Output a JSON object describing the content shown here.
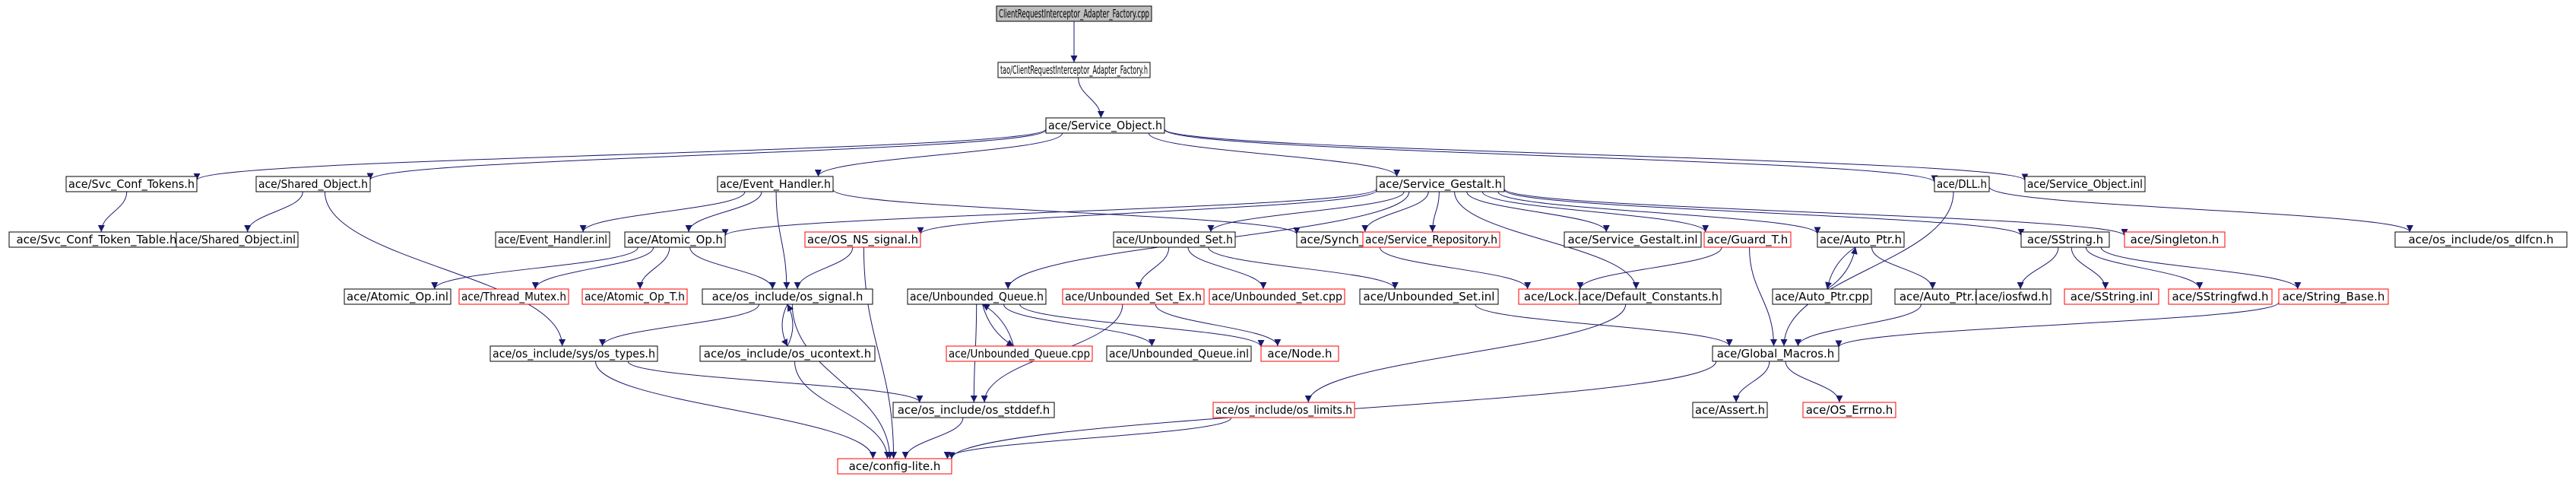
{
  "colors": {
    "edge": "#191970",
    "border_normal": "#000000",
    "border_missing": "#ff0000",
    "root_fill": "#bfbfbf",
    "node_fill": "#ffffff"
  },
  "nodes": [
    {
      "id": "root",
      "label": "ClientRequestInterceptor_Adapter_Factory.cpp",
      "kind": "root"
    },
    {
      "id": "tao",
      "label": "tao/ClientRequestInterceptor_Adapter_Factory.h",
      "kind": "normal"
    },
    {
      "id": "svcobj",
      "label": "ace/Service_Object.h",
      "kind": "normal"
    },
    {
      "id": "svcconf",
      "label": "ace/Svc_Conf_Tokens.h",
      "kind": "normal"
    },
    {
      "id": "sharedobj",
      "label": "ace/Shared_Object.h",
      "kind": "normal"
    },
    {
      "id": "evh",
      "label": "ace/Event_Handler.h",
      "kind": "normal"
    },
    {
      "id": "gestalt",
      "label": "ace/Service_Gestalt.h",
      "kind": "normal"
    },
    {
      "id": "dll",
      "label": "ace/DLL.h",
      "kind": "normal"
    },
    {
      "id": "svcobjinl",
      "label": "ace/Service_Object.inl",
      "kind": "normal"
    },
    {
      "id": "tokentable",
      "label": "ace/Svc_Conf_Token_Table.h",
      "kind": "normal"
    },
    {
      "id": "sharedinl",
      "label": "ace/Shared_Object.inl",
      "kind": "normal"
    },
    {
      "id": "evhinl",
      "label": "ace/Event_Handler.inl",
      "kind": "normal"
    },
    {
      "id": "atomic",
      "label": "ace/Atomic_Op.h",
      "kind": "normal"
    },
    {
      "id": "osns",
      "label": "ace/OS_NS_signal.h",
      "kind": "missing"
    },
    {
      "id": "unbset",
      "label": "ace/Unbounded_Set.h",
      "kind": "normal"
    },
    {
      "id": "synch",
      "label": "ace/Synch_Traits.h",
      "kind": "normal"
    },
    {
      "id": "svcrepo",
      "label": "ace/Service_Repository.h",
      "kind": "missing"
    },
    {
      "id": "gestaltinl",
      "label": "ace/Service_Gestalt.inl",
      "kind": "normal"
    },
    {
      "id": "guard",
      "label": "ace/Guard_T.h",
      "kind": "missing"
    },
    {
      "id": "autoptr",
      "label": "ace/Auto_Ptr.h",
      "kind": "normal"
    },
    {
      "id": "sstring",
      "label": "ace/SString.h",
      "kind": "normal"
    },
    {
      "id": "singleton",
      "label": "ace/Singleton.h",
      "kind": "missing"
    },
    {
      "id": "dlfcn",
      "label": "ace/os_include/os_dlfcn.h",
      "kind": "normal"
    },
    {
      "id": "atomicinl",
      "label": "ace/Atomic_Op.inl",
      "kind": "normal"
    },
    {
      "id": "threadmutex",
      "label": "ace/Thread_Mutex.h",
      "kind": "missing"
    },
    {
      "id": "atomict",
      "label": "ace/Atomic_Op_T.h",
      "kind": "missing"
    },
    {
      "id": "ossignal",
      "label": "ace/os_include/os_signal.h",
      "kind": "normal"
    },
    {
      "id": "unbqueue",
      "label": "ace/Unbounded_Queue.h",
      "kind": "normal"
    },
    {
      "id": "unbsetex",
      "label": "ace/Unbounded_Set_Ex.h",
      "kind": "missing"
    },
    {
      "id": "unbsetcpp",
      "label": "ace/Unbounded_Set.cpp",
      "kind": "missing"
    },
    {
      "id": "unbsetinl",
      "label": "ace/Unbounded_Set.inl",
      "kind": "normal"
    },
    {
      "id": "lock",
      "label": "ace/Lock.h",
      "kind": "missing"
    },
    {
      "id": "defconst",
      "label": "ace/Default_Constants.h",
      "kind": "normal"
    },
    {
      "id": "autoptrcpp",
      "label": "ace/Auto_Ptr.cpp",
      "kind": "normal"
    },
    {
      "id": "autoptrinl",
      "label": "ace/Auto_Ptr.inl",
      "kind": "normal"
    },
    {
      "id": "iosfwd",
      "label": "ace/iosfwd.h",
      "kind": "normal"
    },
    {
      "id": "sstringinl",
      "label": "ace/SString.inl",
      "kind": "missing"
    },
    {
      "id": "sstringfwd",
      "label": "ace/SStringfwd.h",
      "kind": "missing"
    },
    {
      "id": "stringbase",
      "label": "ace/String_Base.h",
      "kind": "missing"
    },
    {
      "id": "systypes",
      "label": "ace/os_include/sys/os_types.h",
      "kind": "normal"
    },
    {
      "id": "ucontext",
      "label": "ace/os_include/os_ucontext.h",
      "kind": "normal"
    },
    {
      "id": "unbqcpp",
      "label": "ace/Unbounded_Queue.cpp",
      "kind": "missing"
    },
    {
      "id": "unbqinl",
      "label": "ace/Unbounded_Queue.inl",
      "kind": "normal"
    },
    {
      "id": "node",
      "label": "ace/Node.h",
      "kind": "missing"
    },
    {
      "id": "globalmacros",
      "label": "ace/Global_Macros.h",
      "kind": "normal"
    },
    {
      "id": "stddef",
      "label": "ace/os_include/os_stddef.h",
      "kind": "normal"
    },
    {
      "id": "limits",
      "label": "ace/os_include/os_limits.h",
      "kind": "missing"
    },
    {
      "id": "assert",
      "label": "ace/Assert.h",
      "kind": "normal"
    },
    {
      "id": "errno",
      "label": "ace/OS_Errno.h",
      "kind": "missing"
    },
    {
      "id": "configlite",
      "label": "ace/config-lite.h",
      "kind": "missing"
    }
  ],
  "edges": [
    [
      "root",
      "tao"
    ],
    [
      "tao",
      "svcobj"
    ],
    [
      "svcobj",
      "svcconf"
    ],
    [
      "svcobj",
      "sharedobj"
    ],
    [
      "svcobj",
      "evh"
    ],
    [
      "svcobj",
      "gestalt"
    ],
    [
      "svcobj",
      "dll"
    ],
    [
      "svcobj",
      "svcobjinl"
    ],
    [
      "svcconf",
      "tokentable"
    ],
    [
      "sharedobj",
      "sharedinl"
    ],
    [
      "sharedobj",
      "systypes"
    ],
    [
      "evh",
      "evhinl"
    ],
    [
      "evh",
      "atomic"
    ],
    [
      "evh",
      "ossignal"
    ],
    [
      "evh",
      "synch"
    ],
    [
      "gestalt",
      "atomic"
    ],
    [
      "gestalt",
      "osns"
    ],
    [
      "gestalt",
      "unbset"
    ],
    [
      "gestalt",
      "synch"
    ],
    [
      "gestalt",
      "svcrepo"
    ],
    [
      "gestalt",
      "gestaltinl"
    ],
    [
      "gestalt",
      "guard"
    ],
    [
      "gestalt",
      "autoptr"
    ],
    [
      "gestalt",
      "sstring"
    ],
    [
      "gestalt",
      "singleton"
    ],
    [
      "gestalt",
      "unbqueue"
    ],
    [
      "gestalt",
      "defconst"
    ],
    [
      "dll",
      "dlfcn"
    ],
    [
      "dll",
      "globalmacros"
    ],
    [
      "atomic",
      "atomicinl"
    ],
    [
      "atomic",
      "threadmutex"
    ],
    [
      "atomic",
      "atomict"
    ],
    [
      "atomic",
      "ossignal"
    ],
    [
      "osns",
      "ossignal"
    ],
    [
      "osns",
      "configlite"
    ],
    [
      "unbset",
      "unbsetex"
    ],
    [
      "unbset",
      "unbsetcpp"
    ],
    [
      "unbset",
      "unbsetinl"
    ],
    [
      "synch",
      "lock"
    ],
    [
      "guard",
      "lock"
    ],
    [
      "guard",
      "globalmacros"
    ],
    [
      "autoptr",
      "autoptrcpp"
    ],
    [
      "autoptr",
      "autoptrinl"
    ],
    [
      "autoptrcpp",
      "autoptr"
    ],
    [
      "autoptrinl",
      "globalmacros"
    ],
    [
      "sstring",
      "iosfwd"
    ],
    [
      "sstring",
      "sstringinl"
    ],
    [
      "sstring",
      "sstringfwd"
    ],
    [
      "sstring",
      "stringbase"
    ],
    [
      "stringbase",
      "globalmacros"
    ],
    [
      "ossignal",
      "systypes"
    ],
    [
      "ossignal",
      "ucontext"
    ],
    [
      "ossignal",
      "configlite"
    ],
    [
      "ucontext",
      "ossignal"
    ],
    [
      "ucontext",
      "configlite"
    ],
    [
      "unbqueue",
      "unbqcpp"
    ],
    [
      "unbqueue",
      "unbqinl"
    ],
    [
      "unbqueue",
      "node"
    ],
    [
      "unbqueue",
      "stddef"
    ],
    [
      "unbqcpp",
      "unbqueue"
    ],
    [
      "unbsetex",
      "node"
    ],
    [
      "unbsetex",
      "stddef"
    ],
    [
      "unbsetinl",
      "globalmacros"
    ],
    [
      "defconst",
      "limits"
    ],
    [
      "systypes",
      "stddef"
    ],
    [
      "systypes",
      "configlite"
    ],
    [
      "stddef",
      "configlite"
    ],
    [
      "limits",
      "configlite"
    ],
    [
      "globalmacros",
      "assert"
    ],
    [
      "globalmacros",
      "errno"
    ],
    [
      "globalmacros",
      "configlite"
    ]
  ]
}
